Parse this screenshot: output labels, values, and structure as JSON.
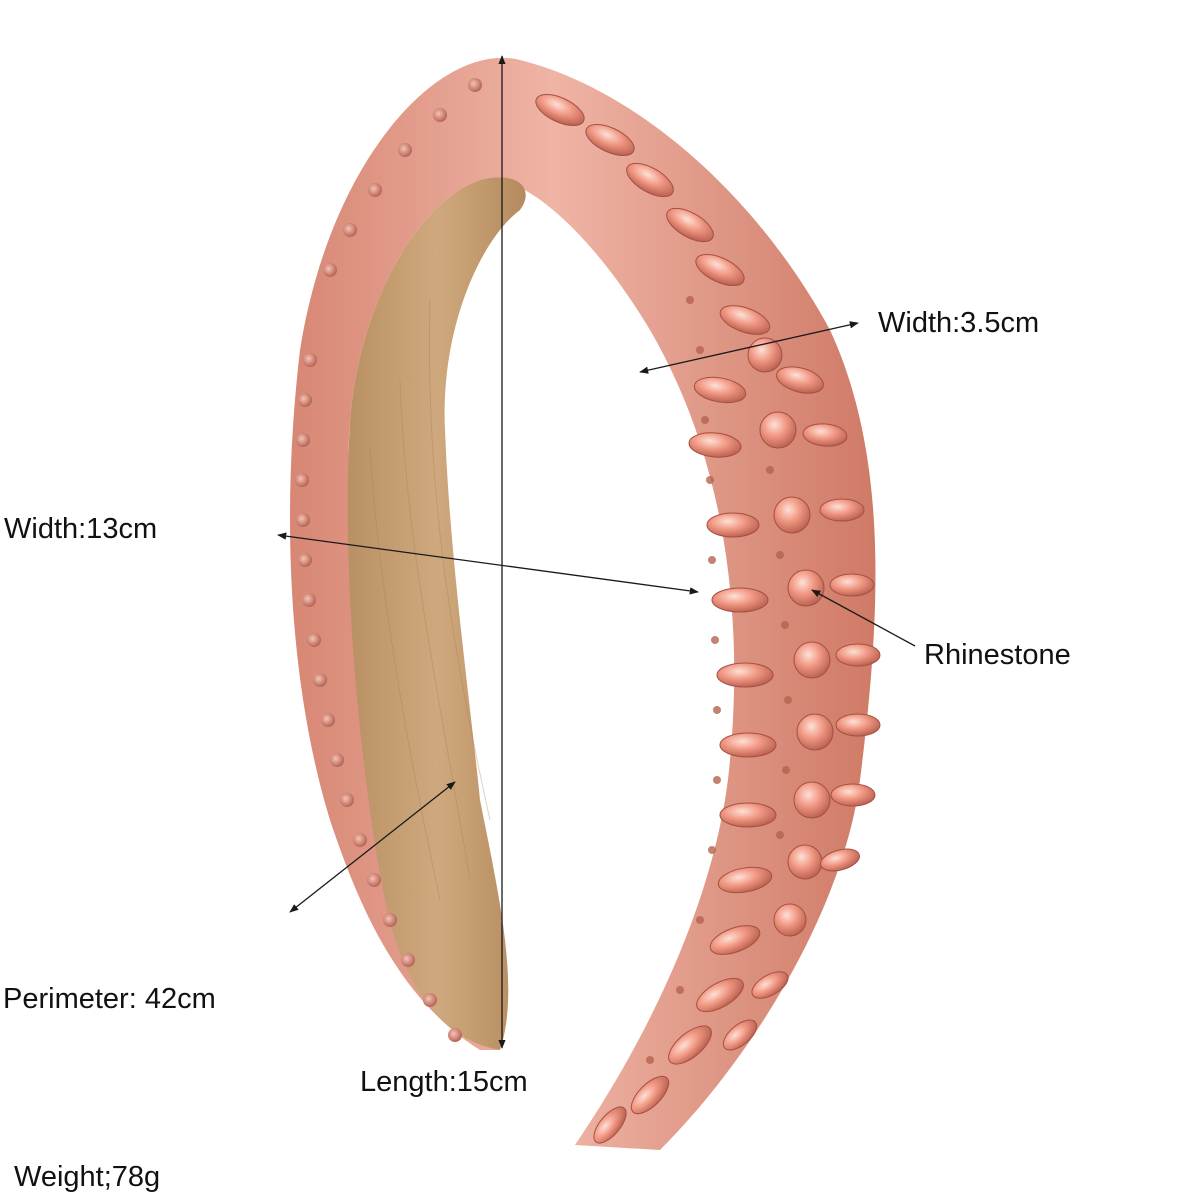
{
  "labels": {
    "band_width": "Width:3.5cm",
    "head_width": "Width:13cm",
    "rhinestone": "Rhinestone",
    "perimeter": "Perimeter: 42cm",
    "length": "Length:15cm",
    "weight": "Weight;78g"
  },
  "colors": {
    "band_outer": "#e9a596",
    "band_shadow": "#c9715f",
    "velvet_lining": "#c9a47a",
    "velvet_shadow": "#a9855c",
    "gem": "#f08f7c",
    "gem_highlight": "#fbd0c4",
    "gem_dark": "#b0584a",
    "annotation_line": "#1a1a1a",
    "text": "#111111"
  }
}
